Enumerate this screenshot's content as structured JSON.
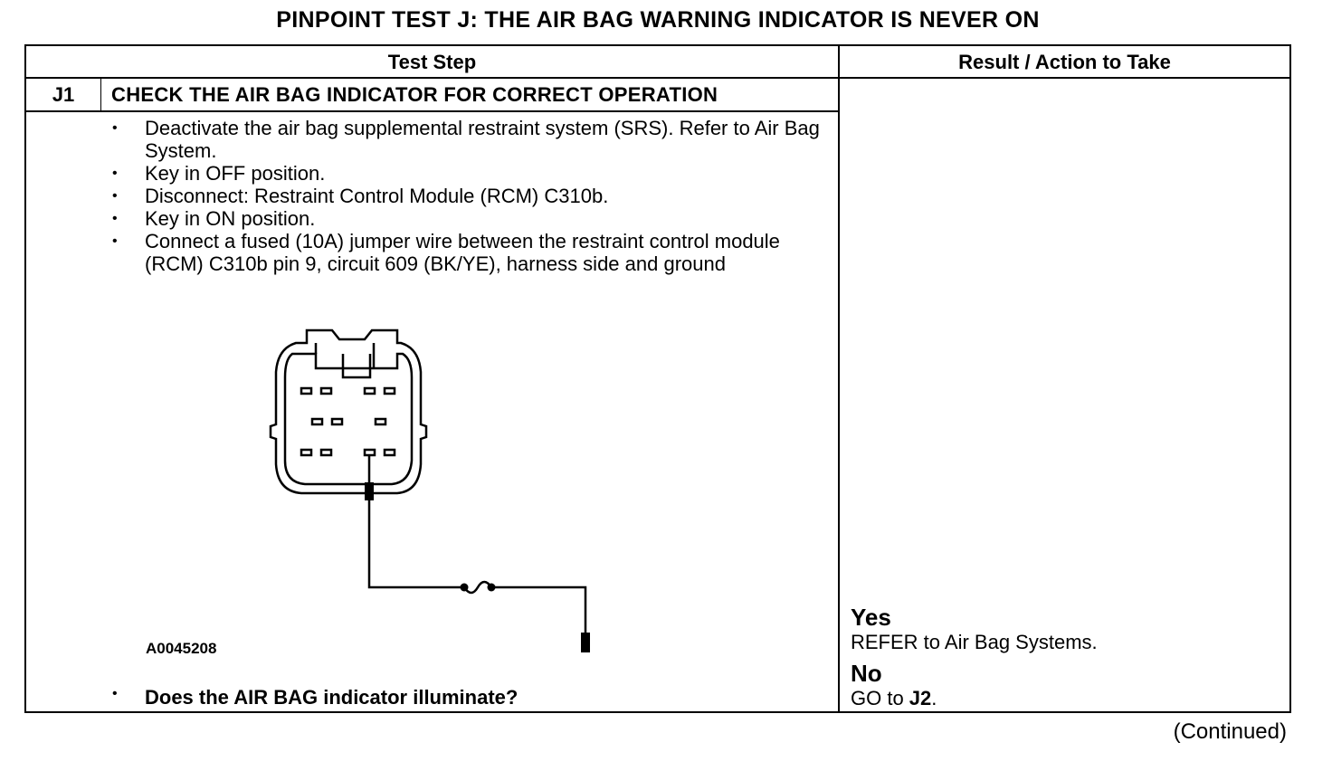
{
  "title": "PINPOINT TEST  J: THE AIR BAG WARNING INDICATOR IS NEVER ON",
  "table": {
    "col_test_step": "Test Step",
    "col_result": "Result / Action to Take"
  },
  "step": {
    "id": "J1",
    "heading": "CHECK THE AIR BAG INDICATOR FOR CORRECT OPERATION",
    "instructions": [
      "Deactivate the air bag supplemental restraint system (SRS). Refer to Air Bag System.",
      "Key in OFF position.",
      "Disconnect: Restraint Control Module (RCM) C310b.",
      "Key in ON position.",
      "Connect a fused (10A) jumper wire between the restraint control module (RCM) C310b pin 9, circuit 609 (BK/YE), harness side and ground"
    ],
    "figure_id": "A0045208",
    "question": "Does the AIR BAG indicator illuminate?"
  },
  "results": {
    "yes_label": "Yes",
    "yes_action": "REFER to Air Bag Systems.",
    "no_label": "No",
    "no_action_prefix": "GO to ",
    "no_action_target": "J2",
    "no_action_suffix": "."
  },
  "continued": "(Continued)"
}
